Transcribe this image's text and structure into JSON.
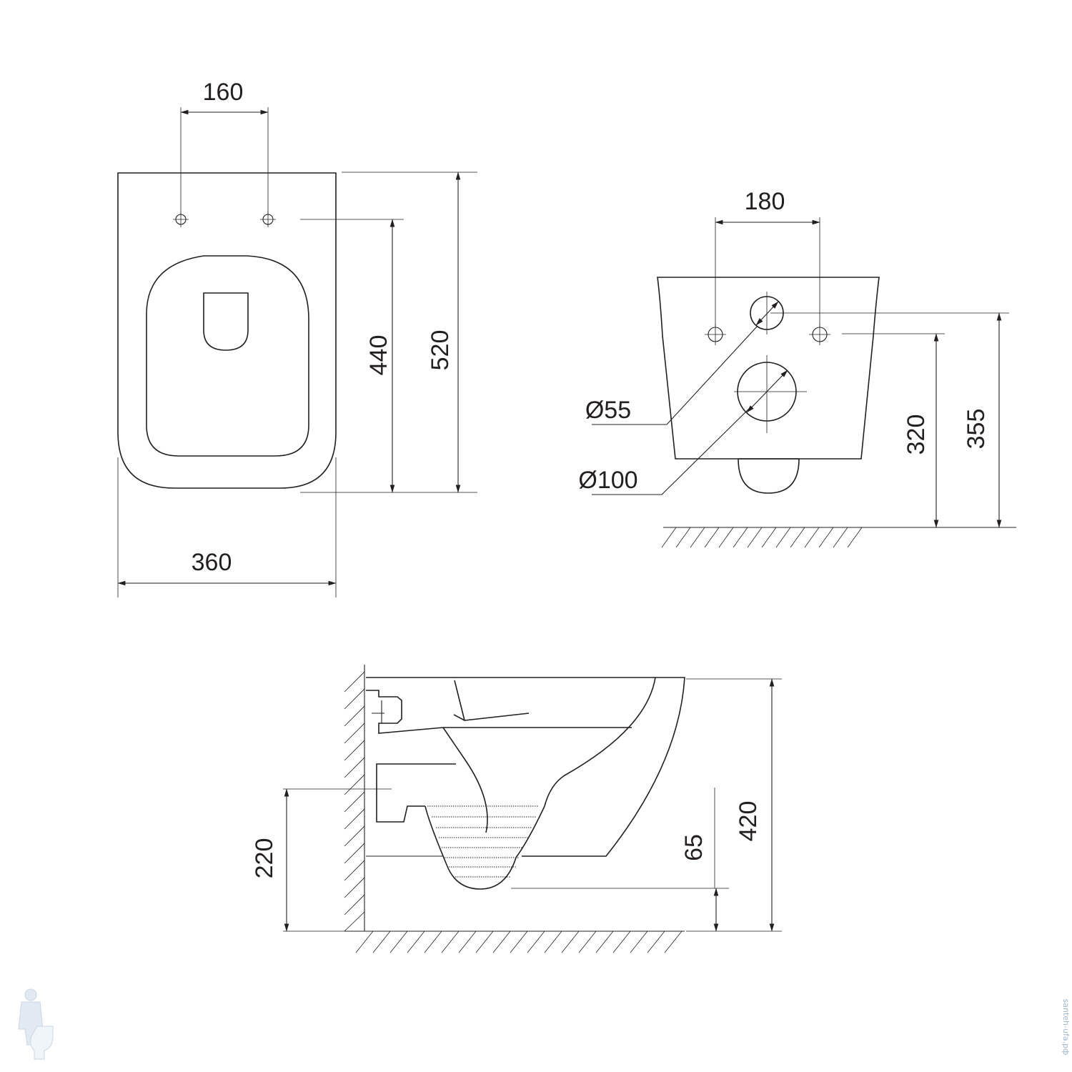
{
  "top_view": {
    "bolt_spacing": "160",
    "seat_depth": "440",
    "total_depth": "520",
    "total_width": "360"
  },
  "rear_view": {
    "bolt_spacing": "180",
    "inlet_diameter": "Ø55",
    "outlet_diameter": "Ø100",
    "outlet_height": "320",
    "inlet_height": "355"
  },
  "side_view": {
    "outlet_height": "220",
    "bottom_height": "65",
    "total_height": "420"
  },
  "watermark": {
    "site": "santeh-ufa.рф"
  }
}
